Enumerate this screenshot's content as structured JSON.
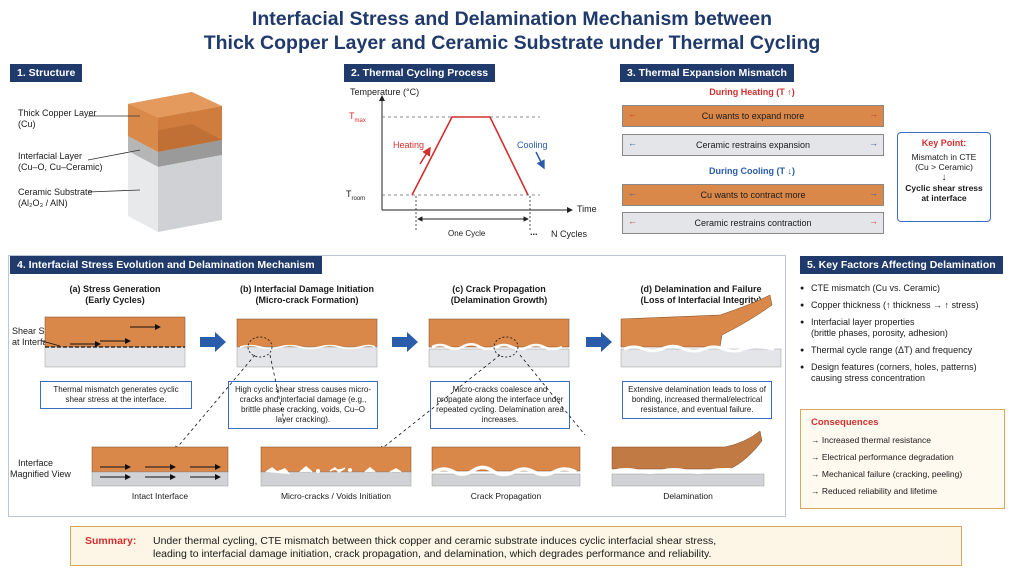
{
  "title": {
    "line1": "Interfacial Stress and Delamination Mechanism between",
    "line2": "Thick Copper Layer and Ceramic Substrate under Thermal Cycling"
  },
  "s1": {
    "header": "1. Structure",
    "cu": {
      "l1": "Thick Copper Layer",
      "l2": "(Cu)"
    },
    "inter": {
      "l1": "Interfacial Layer",
      "l2": "(Cu–O, Cu–Ceramic)"
    },
    "cer": {
      "l1": "Ceramic Substrate",
      "l2": "(Al₂O₃ / AlN)"
    }
  },
  "s2": {
    "header": "2. Thermal Cycling Process",
    "ylabel": "Temperature (°C)",
    "tmax": "T",
    "tmax_sub": "max",
    "troom": "T",
    "troom_sub": "room",
    "xlabel": "Time",
    "heating": "Heating",
    "cooling": "Cooling",
    "one_cycle": "One Cycle",
    "n_cycles": "N Cycles",
    "dots": "...",
    "chart_data": {
      "type": "line",
      "x": [
        0,
        1,
        2,
        3,
        4
      ],
      "y": [
        "T room",
        "T max",
        "T max",
        "T room",
        "T room"
      ],
      "title": "",
      "xlabel": "Time",
      "ylabel": "Temperature (°C)"
    }
  },
  "s3": {
    "header": "3. Thermal Expansion Mismatch",
    "heating_title": "During Heating (T ↑)",
    "cooling_title": "During Cooling (T ↓)",
    "h_cu": "Cu wants to expand more",
    "h_cer": "Ceramic restrains expansion",
    "c_cu": "Cu wants to contract more",
    "c_cer": "Ceramic restrains contraction",
    "key": {
      "title": "Key Point:",
      "l1": "Mismatch in CTE",
      "l2": "(Cu > Ceramic)",
      "arrow": "↓",
      "l3": "Cyclic shear stress",
      "l4": "at interface"
    }
  },
  "s4": {
    "header": "4. Interfacial Stress Evolution and Delamination Mechanism",
    "stages": [
      {
        "t1": "(a) Stress Generation",
        "t2": "(Early Cycles)",
        "note": "Thermal mismatch generates cyclic shear stress at the interface.",
        "mag": "Intact Interface"
      },
      {
        "t1": "(b) Interfacial Damage Initiation",
        "t2": "(Micro-crack Formation)",
        "note": "High cyclic shear stress causes micro-cracks and interfacial damage (e.g., brittle phase cracking, voids, Cu–O layer cracking).",
        "mag": "Micro-cracks / Voids Initiation"
      },
      {
        "t1": "(c) Crack Propagation",
        "t2": "(Delamination Growth)",
        "note": "Micro-cracks coalesce and propagate along the interface under repeated cycling. Delamination area increases.",
        "mag": "Crack Propagation"
      },
      {
        "t1": "(d) Delamination and Failure",
        "t2": "(Loss of Interfacial Integrity)",
        "note": "Extensive delamination leads to loss of bonding, increased thermal/electrical resistance, and eventual failure.",
        "mag": "Delamination"
      }
    ],
    "shear": {
      "l1": "Shear Stress",
      "l2": "at Interface"
    },
    "magview": {
      "l1": "Interface",
      "l2": "Magnified View"
    }
  },
  "s5": {
    "header": "5. Key Factors Affecting Delamination",
    "items": [
      {
        "l1": "CTE mismatch (Cu vs. Ceramic)",
        "l2": ""
      },
      {
        "l1": "Copper thickness (↑ thickness → ↑ stress)",
        "l2": ""
      },
      {
        "l1": "Interfacial layer properties",
        "l2": "(brittle phases, porosity, adhesion)"
      },
      {
        "l1": "Thermal cycle range (ΔT) and frequency",
        "l2": ""
      },
      {
        "l1": "Design features (corners, holes, patterns)",
        "l2": "causing stress concentration"
      }
    ],
    "cons_title": "Consequences",
    "cons": [
      "→ Increased thermal resistance",
      "→ Electrical performance degradation",
      "→ Mechanical failure (cracking, peeling)",
      "→ Reduced reliability and lifetime"
    ]
  },
  "summary": {
    "label": "Summary:",
    "l1": "Under thermal cycling, CTE mismatch between thick copper and ceramic substrate induces cyclic interfacial shear stress,",
    "l2": "leading to interfacial damage initiation, crack propagation, and delamination, which degrades performance and reliability."
  },
  "colors": {
    "navy": "#1f3a6b",
    "copper": "#d9884a",
    "red": "#d32f2f",
    "blue": "#2a5caa"
  }
}
